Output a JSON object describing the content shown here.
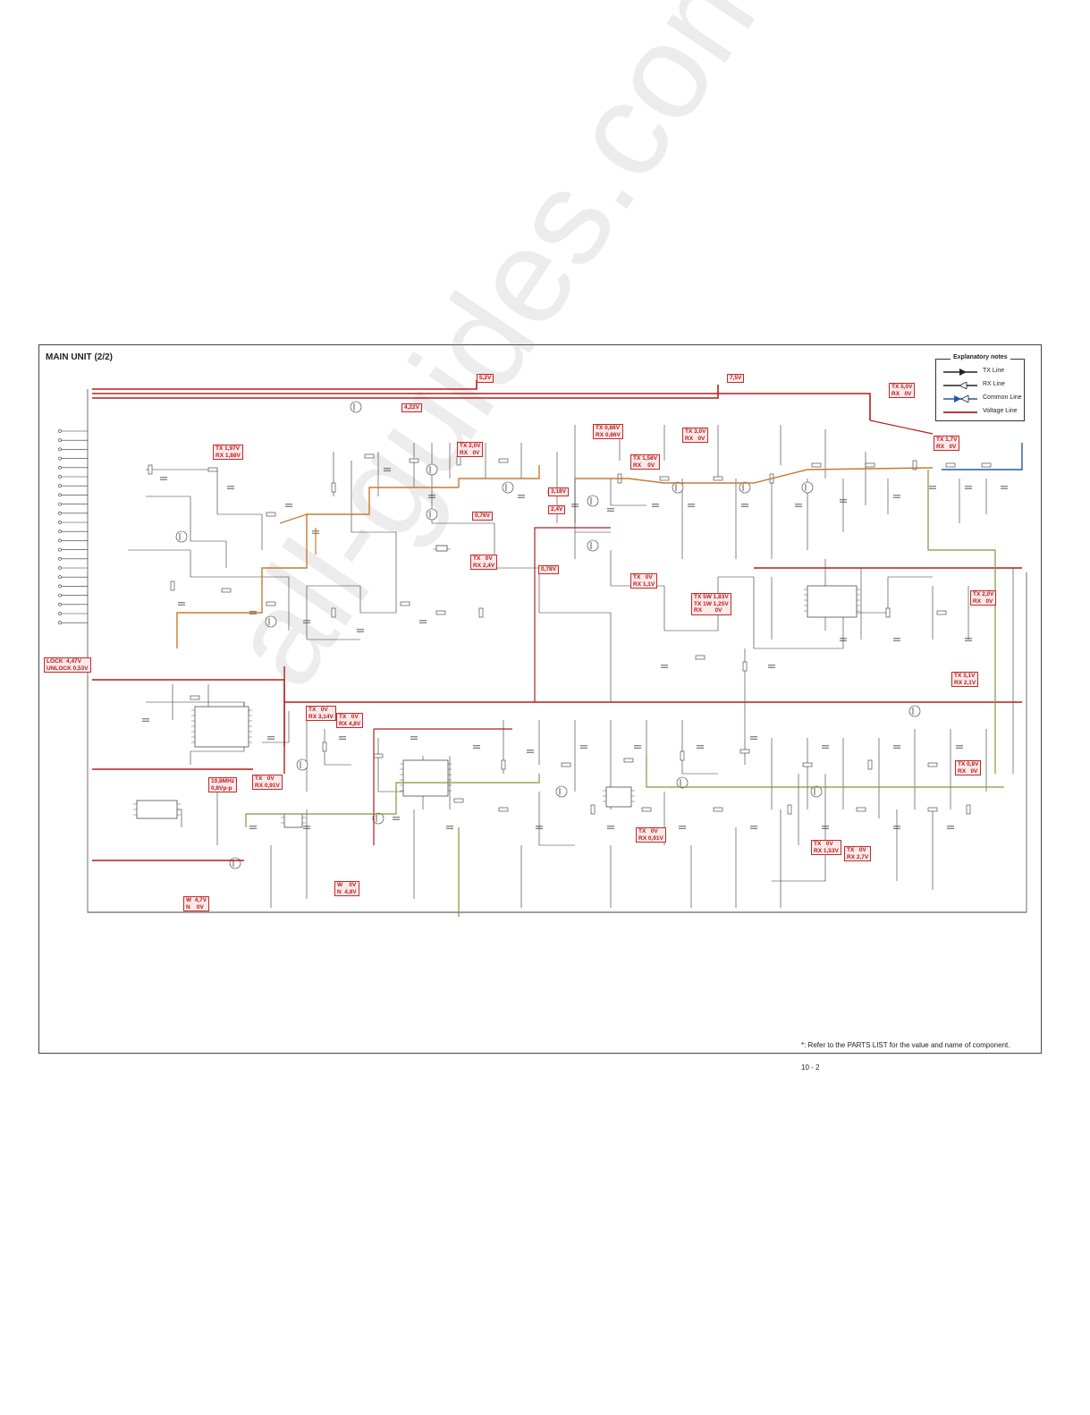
{
  "page": {
    "title": "MAIN UNIT (2/2)",
    "footnote": "*: Refer to the PARTS LIST for the value and name of component.",
    "page_number": "10 - 2",
    "watermark": "all-guides.com"
  },
  "legend": {
    "title": "Explanatory notes",
    "items": [
      {
        "label": "TX Line",
        "color": "#8B4513"
      },
      {
        "label": "RX Line",
        "color": "#6b8e23"
      },
      {
        "label": "Common Line",
        "color": "#1565c0"
      },
      {
        "label": "Voltage Line",
        "color": "#b71c1c"
      }
    ]
  },
  "colors": {
    "voltage": "#b71c1c",
    "tx": "#c77b30",
    "rx": "#7a9a3a",
    "common": "#1e5aa8",
    "wire": "#333333"
  },
  "voltage_labels": [
    {
      "lines": [
        "5,2V"
      ]
    },
    {
      "lines": [
        "7,5V"
      ]
    },
    {
      "lines": [
        "4,22V"
      ]
    },
    {
      "lines": [
        "TX 5,0V",
        "RX   0V"
      ]
    },
    {
      "lines": [
        "TX 1,97V",
        "RX 1,88V"
      ]
    },
    {
      "lines": [
        "TX 2,0V",
        "RX   0V"
      ]
    },
    {
      "lines": [
        "TX 0,86V",
        "RX 0,86V"
      ]
    },
    {
      "lines": [
        "TX 3,0V",
        "RX   0V"
      ]
    },
    {
      "lines": [
        "TX 1,7V",
        "RX   0V"
      ]
    },
    {
      "lines": [
        "TX 1,58V",
        "RX    0V"
      ]
    },
    {
      "lines": [
        "3,18V"
      ]
    },
    {
      "lines": [
        "0,76V"
      ]
    },
    {
      "lines": [
        "2,4V"
      ]
    },
    {
      "lines": [
        "TX   0V",
        "RX 2,4V"
      ]
    },
    {
      "lines": [
        "0,78V"
      ]
    },
    {
      "lines": [
        "TX   0V",
        "RX 1,1V"
      ]
    },
    {
      "lines": [
        "TX 5W 1,83V",
        "TX 1W 1,25V",
        "RX        0V"
      ]
    },
    {
      "lines": [
        "TX 2,0V",
        "RX   0V"
      ]
    },
    {
      "lines": [
        "LOCK  4,47V",
        "UNLOCK 0,53V"
      ]
    },
    {
      "lines": [
        "TX 3,1V",
        "RX 2,1V"
      ]
    },
    {
      "lines": [
        "TX   0V",
        "RX 3,14V"
      ]
    },
    {
      "lines": [
        "TX   0V",
        "RX 4,8V"
      ]
    },
    {
      "lines": [
        "10,8MHz",
        "0,8Vp-p"
      ]
    },
    {
      "lines": [
        "TX   0V",
        "RX 0,91V"
      ]
    },
    {
      "lines": [
        "TX 0,8V",
        "RX   0V"
      ]
    },
    {
      "lines": [
        "TX   0V",
        "RX 0,91V"
      ]
    },
    {
      "lines": [
        "TX   0V",
        "RX 1,53V"
      ]
    },
    {
      "lines": [
        "TX   0V",
        "RX 2,7V"
      ]
    },
    {
      "lines": [
        "W  4,7V",
        "N    0V"
      ]
    },
    {
      "lines": [
        "W    0V",
        "N  4,8V"
      ]
    }
  ]
}
